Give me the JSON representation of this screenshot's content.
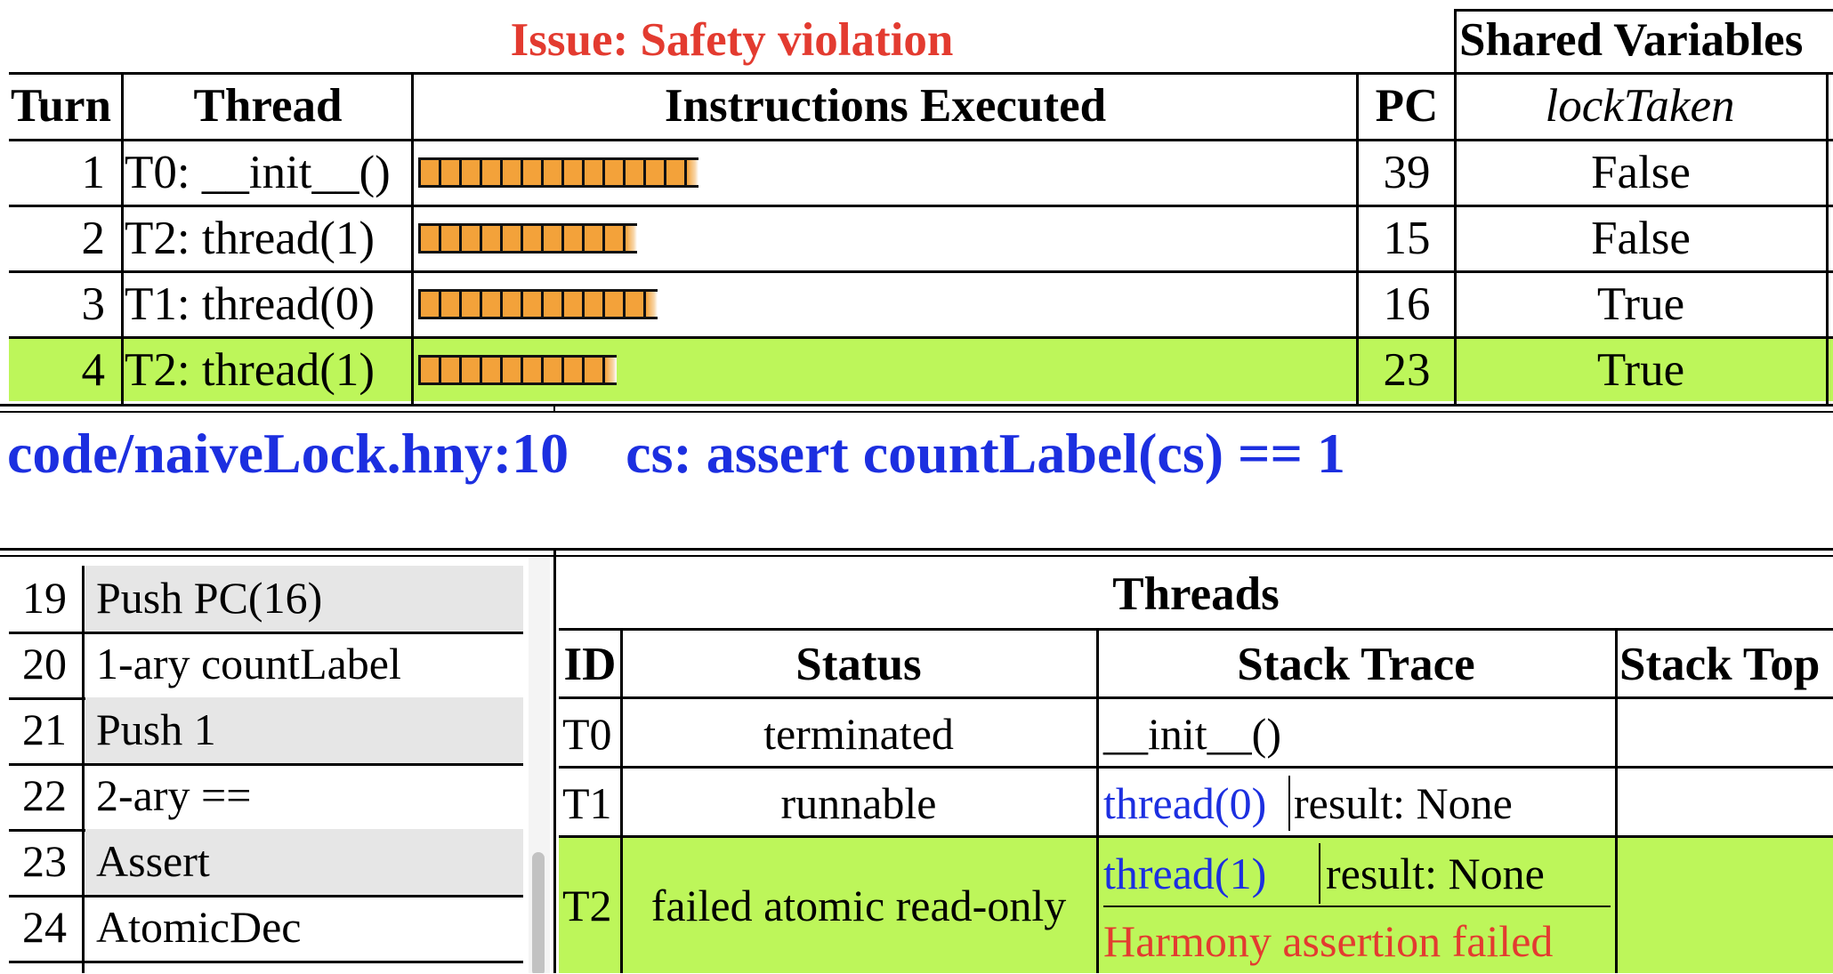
{
  "issue": "Issue: Safety violation",
  "shared_header": "Shared Variables",
  "columns": {
    "turn": "Turn",
    "thread": "Thread",
    "instructions": "Instructions Executed",
    "pc": "PC",
    "var": "lockTaken"
  },
  "turns": [
    {
      "turn": "1",
      "thread": "T0: __init__()",
      "instructions": 13,
      "pc": "39",
      "value": "False",
      "highlight": false
    },
    {
      "turn": "2",
      "thread": "T2: thread(1)",
      "instructions": 10,
      "pc": "15",
      "value": "False",
      "highlight": false
    },
    {
      "turn": "3",
      "thread": "T1: thread(0)",
      "instructions": 11,
      "pc": "16",
      "value": "True",
      "highlight": false
    },
    {
      "turn": "4",
      "thread": "T2: thread(1)",
      "instructions": 9,
      "pc": "23",
      "value": "True",
      "highlight": true
    }
  ],
  "location": {
    "file": "code/naiveLock.hny:10",
    "statement": "cs: assert countLabel(cs) == 1"
  },
  "code": [
    {
      "num": "19",
      "ins": "Push PC(16)"
    },
    {
      "num": "20",
      "ins": "1-ary countLabel"
    },
    {
      "num": "21",
      "ins": "Push 1"
    },
    {
      "num": "22",
      "ins": "2-ary =="
    },
    {
      "num": "23",
      "ins": "Assert"
    },
    {
      "num": "24",
      "ins": "AtomicDec"
    }
  ],
  "threads": {
    "title": "Threads",
    "headers": {
      "id": "ID",
      "status": "Status",
      "trace": "Stack Trace",
      "top": "Stack Top"
    },
    "rows": [
      {
        "id": "T0",
        "status": "terminated",
        "trace": "__init__()",
        "result": ""
      },
      {
        "id": "T1",
        "status": "runnable",
        "trace": "thread(0)",
        "result": "result: None"
      },
      {
        "id": "T2",
        "status": "failed atomic read-only",
        "trace": "thread(1)",
        "result": "result: None",
        "error": "Harmony assertion failed"
      }
    ]
  },
  "colors": {
    "issue": "#e33b30",
    "link": "#1c2fe0",
    "highlight": "#bdf65a",
    "bar": "#f3a23a",
    "error": "#e33b30"
  }
}
